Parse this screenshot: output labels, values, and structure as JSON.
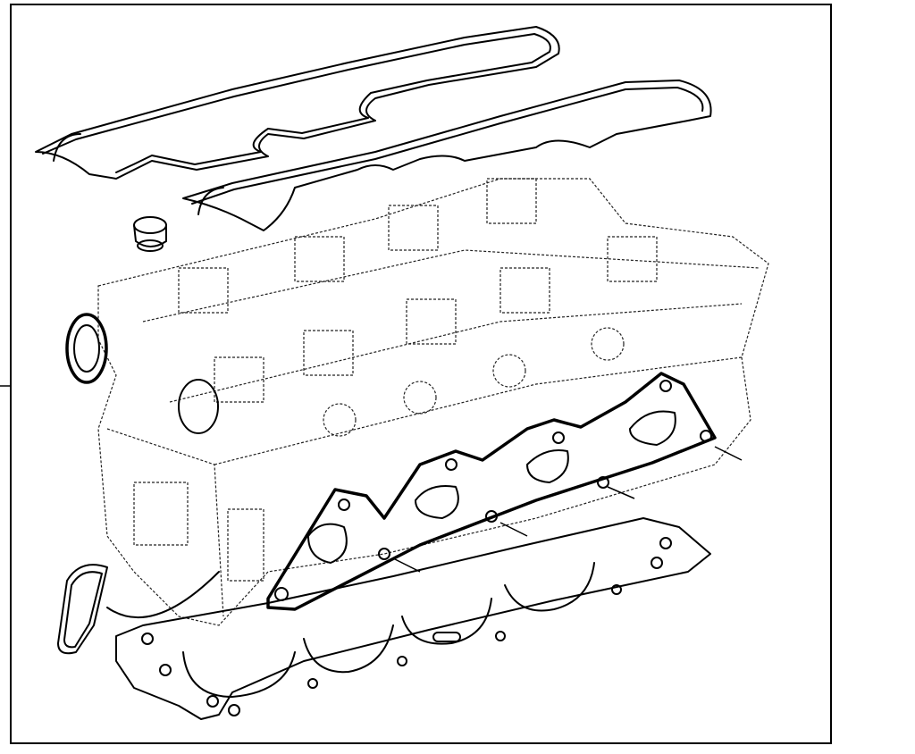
{
  "colors": {
    "line": "#000000",
    "background": "#ffffff"
  },
  "parts": [
    "valve-cover-gasket",
    "valve-cover-gasket",
    "spark-plug-tube-seal",
    "cylinder-head",
    "camshaft-seal",
    "exhaust-manifold-gasket",
    "cylinder-head-gasket",
    "thermostat-housing-gasket"
  ]
}
